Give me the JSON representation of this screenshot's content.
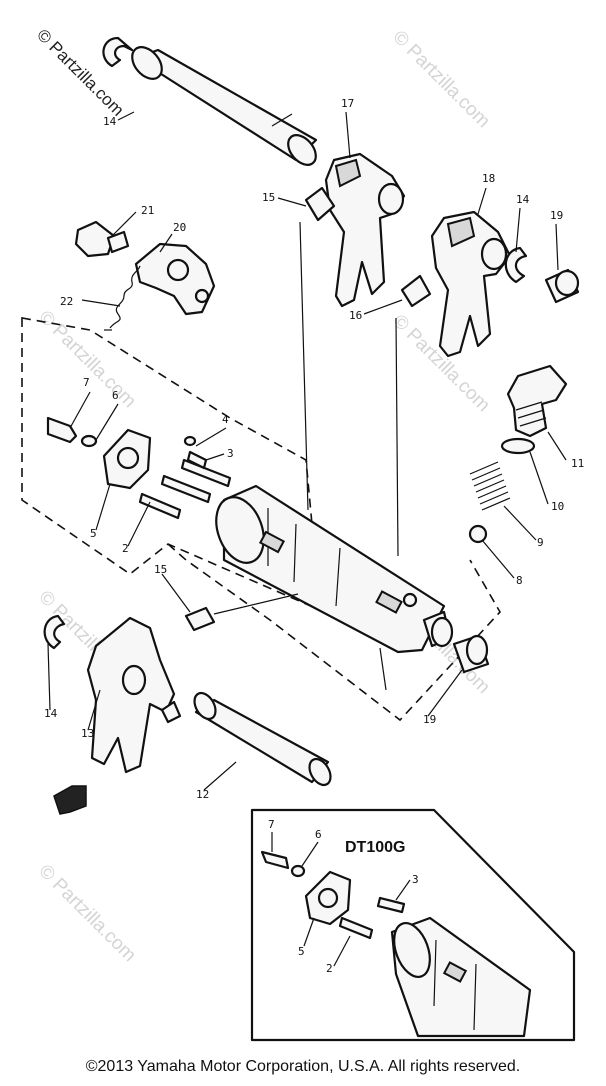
{
  "watermark": {
    "main_text": "© Partzilla.com",
    "tile_text": "© Partzilla.com"
  },
  "callouts": [
    "14",
    "21",
    "20",
    "17",
    "15",
    "18",
    "14",
    "19",
    "22",
    "16",
    "7",
    "6",
    "4",
    "3",
    "11",
    "10",
    "5",
    "2",
    "9",
    "8",
    "15",
    "14",
    "13",
    "12",
    "19",
    "7",
    "6",
    "3",
    "5",
    "2"
  ],
  "inset": {
    "model_label": "DT100G"
  },
  "copyright": "©2013  Yamaha Motor Corporation, U.S.A. All rights reserved."
}
